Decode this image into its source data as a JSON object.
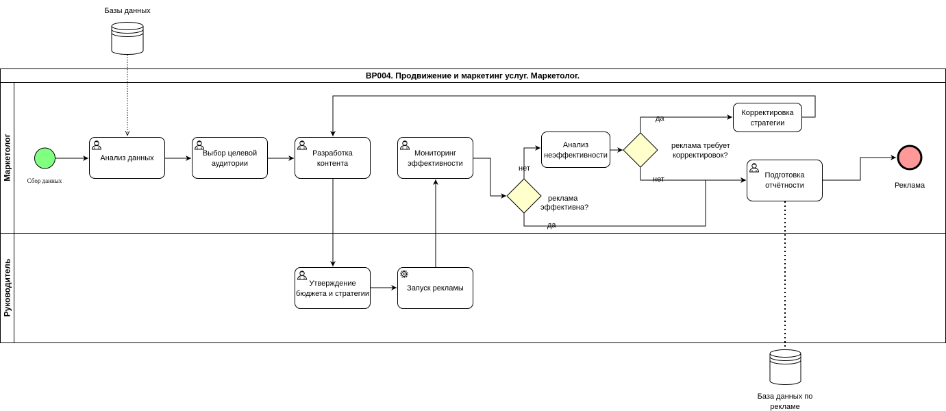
{
  "title": "BP004. Продвижение и маркетинг услуг. Маркетолог.",
  "lanes": {
    "marketer": "Маркетолог",
    "manager": "Руководитель"
  },
  "start_event": {
    "label": "Сбор данных",
    "color": "#80FF80"
  },
  "end_event": {
    "label": "Реклама",
    "color": "#FF9999"
  },
  "data_stores": {
    "top": {
      "label": "Базы данных"
    },
    "bottom": {
      "line1": "База данных по",
      "line2": "рекламе"
    }
  },
  "tasks": {
    "analysis": {
      "line1": "Анализ данных",
      "type": "user"
    },
    "audience": {
      "line1": "Выбор целевой",
      "line2": "аудитории",
      "type": "user"
    },
    "content": {
      "line1": "Разработка",
      "line2": "контента",
      "type": "user"
    },
    "monitoring": {
      "line1": "Мониторинг",
      "line2": "эффективности",
      "type": "user"
    },
    "ineff": {
      "line1": "Анализ",
      "line2": "неэффективности",
      "type": "plain"
    },
    "correction": {
      "line1": "Корректировка",
      "line2": "стратегии",
      "type": "plain"
    },
    "report": {
      "line1": "Подготовка",
      "line2": "отчётности",
      "type": "user"
    },
    "budget": {
      "line1": "Утверждение",
      "line2": "бюджета и стратегии",
      "type": "user"
    },
    "launch": {
      "line1": "Запуск рекламы",
      "type": "service"
    }
  },
  "gateways": {
    "effective": {
      "line1": "реклама",
      "line2": "эффективна?",
      "color": "#FFFFCC"
    },
    "needs_fix": {
      "line1": "реклама требует",
      "line2": "корректировок?",
      "color": "#FFFFCC"
    }
  },
  "edge_labels": {
    "no1": "нет",
    "yes1": "да",
    "yes2": "да",
    "no2": "нет"
  }
}
